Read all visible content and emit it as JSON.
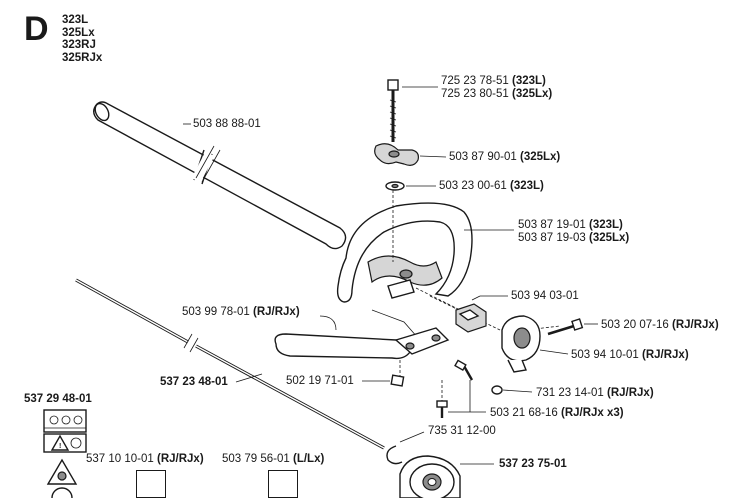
{
  "section": {
    "letter": "D",
    "models": [
      "323L",
      "325Lx",
      "323RJ",
      "325RJx"
    ]
  },
  "labels": {
    "bolt": {
      "line1_num": "725 23 78-51",
      "line1_q": "(323L)",
      "line2_num": "725 23 80-51",
      "line2_q": "(325Lx)"
    },
    "shaft_tube": {
      "num": "503 88 88-01"
    },
    "knob": {
      "num": "503 87 90-01",
      "q": "(325Lx)"
    },
    "washer": {
      "num": "503 23 00-61",
      "q": "(323L)"
    },
    "loop_handle": {
      "line1_num": "503 87 19-01",
      "line1_q": "(323L)",
      "line2_num": "503 87 19-03",
      "line2_q": "(325Lx)"
    },
    "handle_clamp": {
      "num": "503 94 03-01"
    },
    "spacer": {
      "num": "503 99 78-01",
      "q": "(RJ/RJx)"
    },
    "screw_right": {
      "num": "503 20 07-16",
      "q": "(RJ/RJx)"
    },
    "clamp_housing": {
      "num": "503 94 10-01",
      "q": "(RJ/RJx)"
    },
    "drive_shaft": {
      "num": "537 23 48-01"
    },
    "nut": {
      "num": "502 19 71-01"
    },
    "small_washer": {
      "num": "731 23 14-01",
      "q": "(RJ/RJx)"
    },
    "screws": {
      "num": "503 21 68-16",
      "q": "(RJ/RJx x3)"
    },
    "decal_sheet": {
      "num": "537 29 48-01"
    },
    "circlip": {
      "num": "735 31 12-00"
    },
    "label_a": {
      "num": "537 10 10-01",
      "q": "(RJ/RJx)"
    },
    "label_b": {
      "num": "503 79 56-01",
      "q": "(L/Lx)"
    },
    "bearing_housing": {
      "num": "537 23 75-01"
    }
  }
}
